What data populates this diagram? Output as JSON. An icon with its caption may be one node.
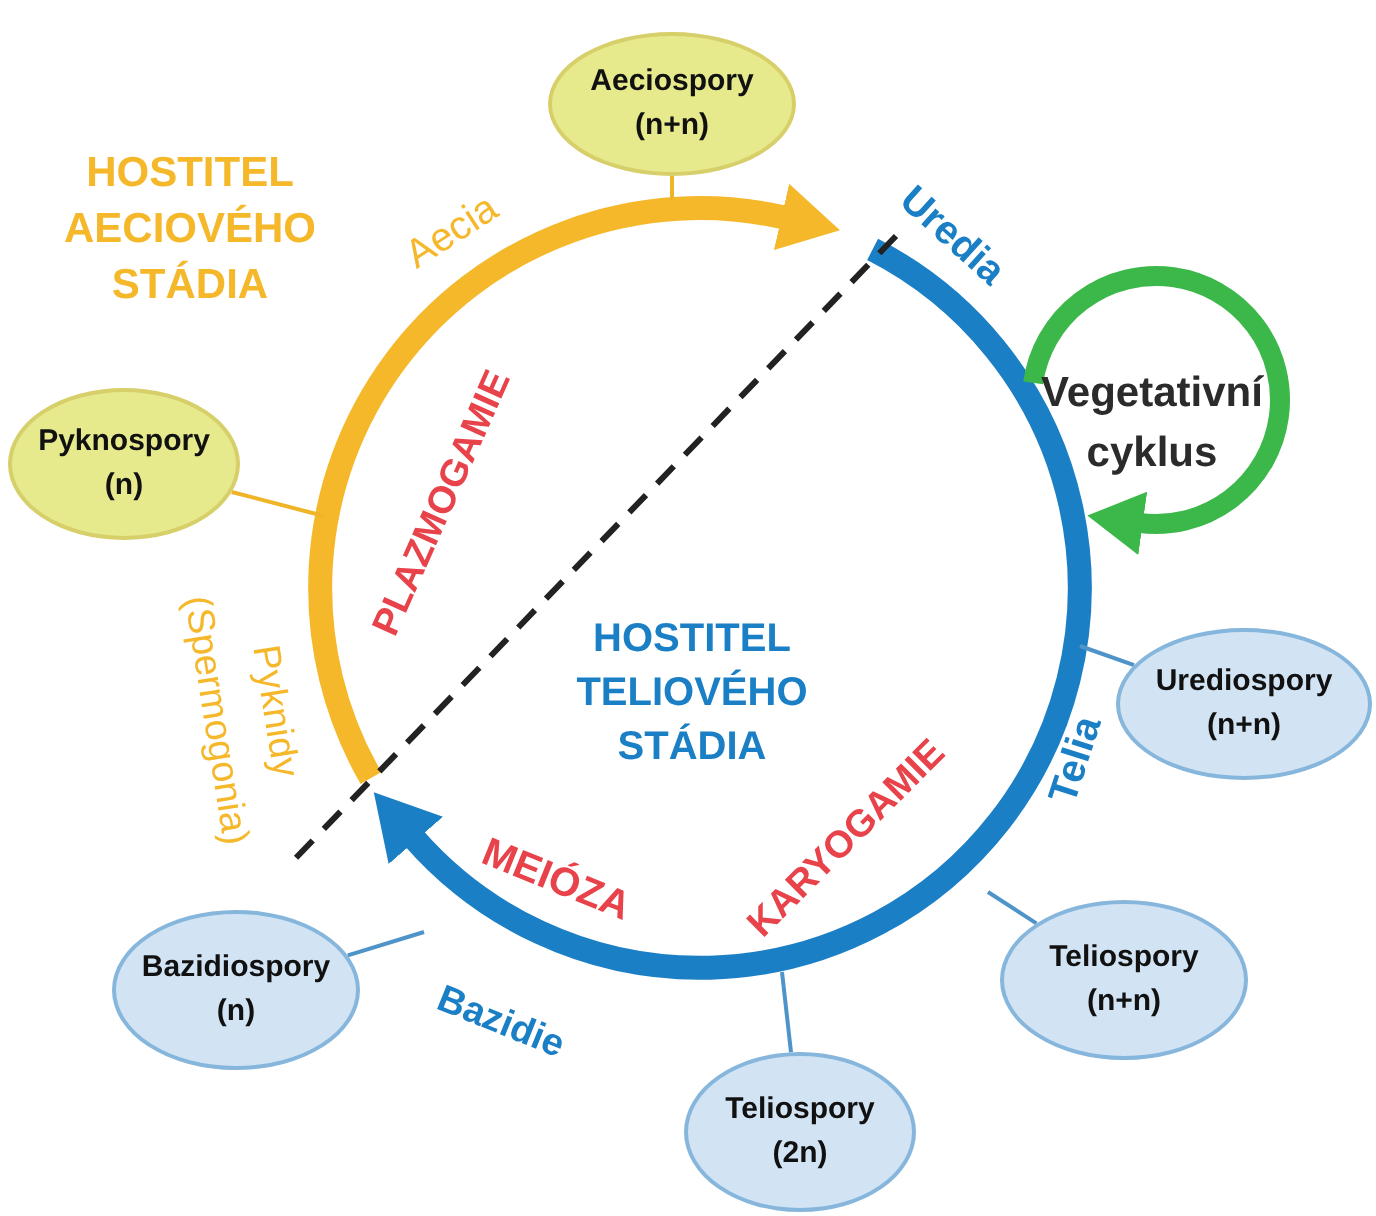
{
  "diagram": {
    "nodes": [
      {
        "text": [
          "Aeciospory",
          "(n+n)"
        ]
      },
      {
        "text": [
          "Pyknospory",
          "(n)"
        ]
      },
      {
        "text": [
          "Urediospory",
          "(n+n)"
        ]
      },
      {
        "text": [
          "Teliospory",
          "(n+n)"
        ]
      },
      {
        "text": [
          "Teliospory",
          "(2n)"
        ]
      },
      {
        "text": [
          "Bazidiospory",
          "(n)"
        ]
      }
    ],
    "edges": [
      {
        "from": 0,
        "to": null,
        "arrow": "none",
        "color": "#f0b429"
      },
      {
        "from": 1,
        "to": null,
        "arrow": "none",
        "color": "#f0b429"
      },
      {
        "from": 2,
        "to": null,
        "arrow": "none"
      },
      {
        "from": 3,
        "to": null,
        "arrow": "none"
      },
      {
        "from": 4,
        "to": null,
        "arrow": "none"
      },
      {
        "from": 5,
        "to": null,
        "arrow": "none"
      }
    ],
    "labels": [
      "HOSTITEL AECIOVÉHO STÁDIA",
      "Aecia",
      "Uredia",
      "Vegetativní cyklus",
      "PLAZMOGAMIE",
      "HOSTITEL TELIOVÉHO STÁDIA",
      "Pyknidy (Spermogonia)",
      "Telia",
      "KARYOGAMIE",
      "MEIÓZA",
      "Bazidie"
    ]
  }
}
